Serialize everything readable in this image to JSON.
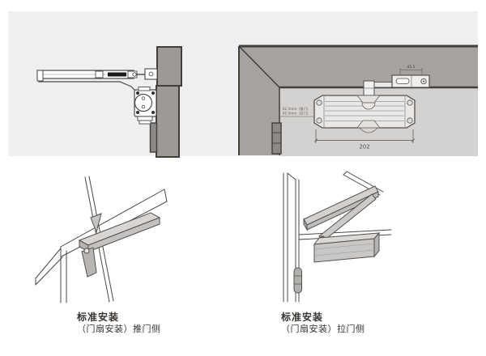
{
  "front_view": {
    "body_width_dim": "202",
    "bracket_dim": "45.5",
    "side_note_line1": "62.5mm（推门）",
    "side_note_line2": "62.5mm（拉门）"
  },
  "labels": {
    "push": {
      "title": "标准安装",
      "subtitle": "（门扇安装）推门侧"
    },
    "pull": {
      "title": "标准安装",
      "subtitle": "（门扇安装）拉门侧"
    }
  },
  "colors": {
    "panel_bg": "#efefef",
    "frame_gray": "#a5a2a0",
    "door_face_gray": "#d4d2d0",
    "dark_block_gray": "#9d9997",
    "outline_dark": "#443e39",
    "line_gray": "#4c4742",
    "closer_body_gray": "#c9c7c5"
  }
}
